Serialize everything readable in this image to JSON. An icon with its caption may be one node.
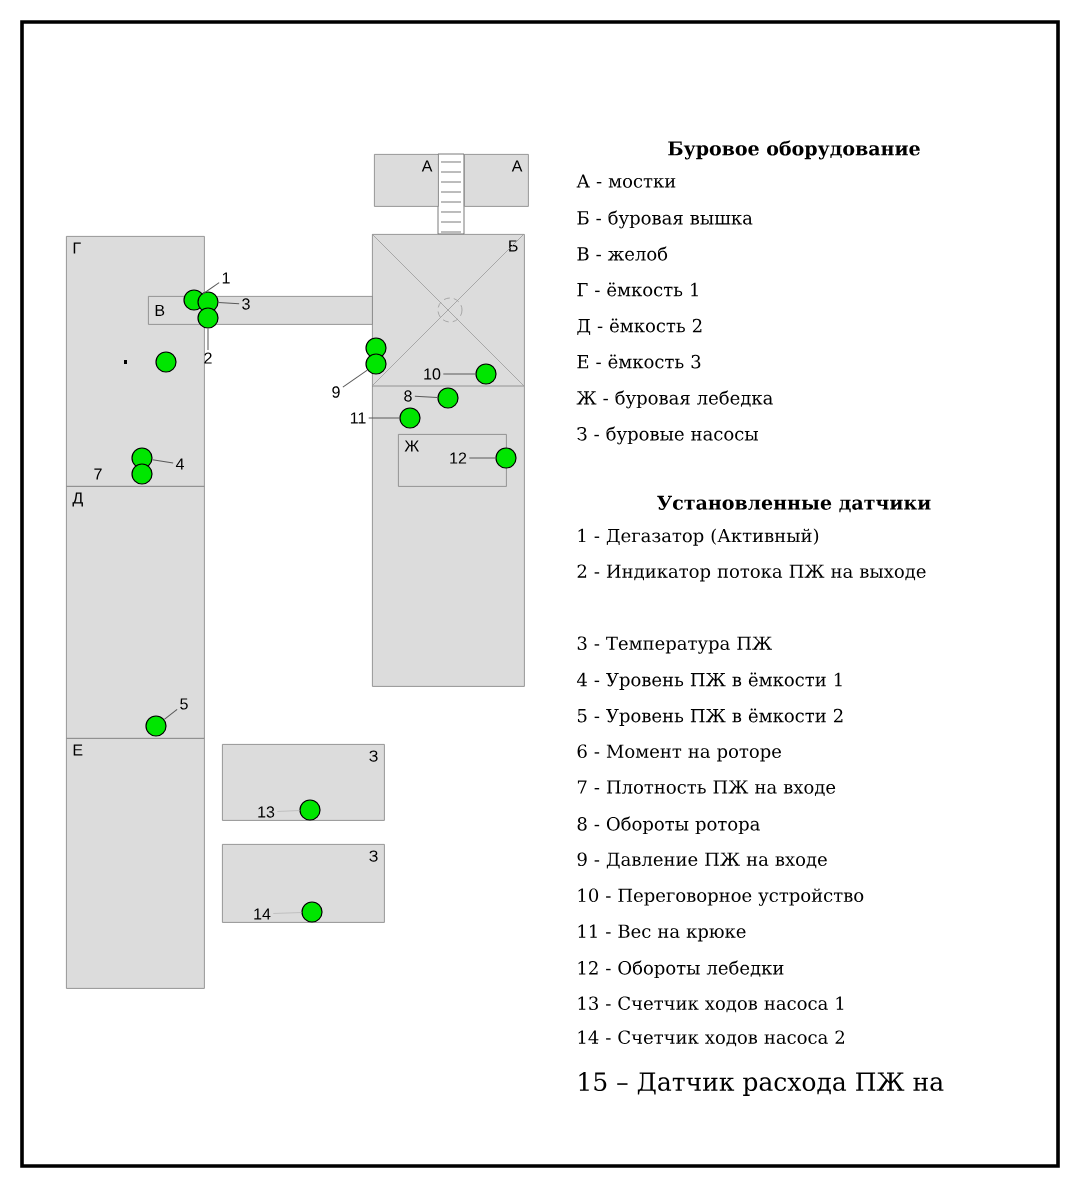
{
  "diagram": {
    "nodes": [
      {
        "text": [
          "А"
        ]
      },
      {
        "text": [
          "А"
        ]
      },
      {
        "text": [
          "Б"
        ]
      },
      {
        "text": [
          "Ж"
        ],
        "in": 2
      },
      {
        "text": [
          "В"
        ]
      },
      {
        "text": [
          "Г"
        ]
      },
      {
        "text": [
          "Д"
        ]
      },
      {
        "text": [
          "Е"
        ]
      },
      {
        "text": [
          "З"
        ]
      },
      {
        "text": [
          "З"
        ]
      },
      {
        "text": [],
        "shape": "circle",
        "in": 5
      },
      {
        "text": [],
        "shape": "circle"
      },
      {
        "text": [],
        "shape": "circle"
      },
      {
        "text": [],
        "shape": "circle",
        "in": 5
      },
      {
        "text": [],
        "shape": "circle",
        "in": 5
      },
      {
        "text": [],
        "shape": "circle",
        "in": 5
      },
      {
        "text": [],
        "shape": "circle",
        "in": 6
      },
      {
        "text": [],
        "shape": "circle"
      },
      {
        "text": [],
        "shape": "circle"
      },
      {
        "text": [],
        "shape": "circle",
        "in": 2
      },
      {
        "text": [],
        "shape": "circle",
        "in": 2
      },
      {
        "text": [],
        "shape": "circle",
        "in": 2
      },
      {
        "text": [],
        "shape": "circle",
        "in": 3
      },
      {
        "text": [],
        "shape": "circle",
        "in": 8
      },
      {
        "text": [],
        "shape": "circle",
        "in": 9
      },
      {
        "text": [
          "1"
        ]
      },
      {
        "text": [
          "3"
        ],
        "in": 4
      },
      {
        "text": [
          "2"
        ]
      },
      {
        "text": [
          "4"
        ],
        "in": 5
      },
      {
        "text": [
          "5"
        ],
        "in": 6
      },
      {
        "text": [
          "9"
        ]
      },
      {
        "text": [
          "10"
        ],
        "in": 2
      },
      {
        "text": [
          "8"
        ],
        "in": 2
      },
      {
        "text": [
          "11"
        ]
      },
      {
        "text": [
          "12"
        ],
        "in": 3
      },
      {
        "text": [
          "13"
        ],
        "in": 8
      },
      {
        "text": [
          "14"
        ],
        "in": 9
      }
    ],
    "edges": [
      {
        "from": 25,
        "to": 10,
        "arrow": "none"
      },
      {
        "from": 26,
        "to": 11,
        "arrow": "none"
      },
      {
        "from": 27,
        "to": 12,
        "arrow": "none"
      },
      {
        "from": 28,
        "to": 14,
        "arrow": "none"
      },
      {
        "from": 29,
        "to": 16,
        "arrow": "none"
      },
      {
        "from": 30,
        "to": 18,
        "arrow": "none"
      },
      {
        "from": 31,
        "to": 19,
        "arrow": "none"
      },
      {
        "from": 32,
        "to": 20,
        "arrow": "none"
      },
      {
        "from": 33,
        "to": 21,
        "arrow": "none"
      },
      {
        "from": 34,
        "to": 22,
        "arrow": "none"
      },
      {
        "from": 35,
        "to": 23,
        "arrow": "none",
        "color": "#c0c0c0"
      },
      {
        "from": 36,
        "to": 24,
        "arrow": "none",
        "color": "#c0c0c0"
      }
    ],
    "labels": [
      "Буровое оборудование",
      "А - мостки",
      "Б - буровая вышка",
      "В - желоб",
      "Г - ёмкость 1",
      "Д - ёмкость 2",
      "Е - ёмкость 3",
      "Ж - буровая лебедка",
      "З - буровые насосы",
      "Установленные датчики",
      "1 - Дегазатор (Активный)",
      "2 - Индикатор потока ПЖ на выходе",
      "3 - Температура ПЖ",
      "4 - Уровень ПЖ в ёмкости 1",
      "5 - Уровень ПЖ в ёмкости 2",
      "6 - Момент на роторе",
      "7 - Плотность ПЖ на входе",
      "8 - Обороты ротора",
      "9 - Давление ПЖ на входе",
      "10 - Переговорное устройство",
      "11 - Вес на крюке",
      "12 - Обороты лебедки",
      "13 - Счетчик ходов насоса 1",
      "14 - Счетчик ходов насоса 2",
      "15 – Датчик расхода ПЖ на",
      "7"
    ]
  }
}
